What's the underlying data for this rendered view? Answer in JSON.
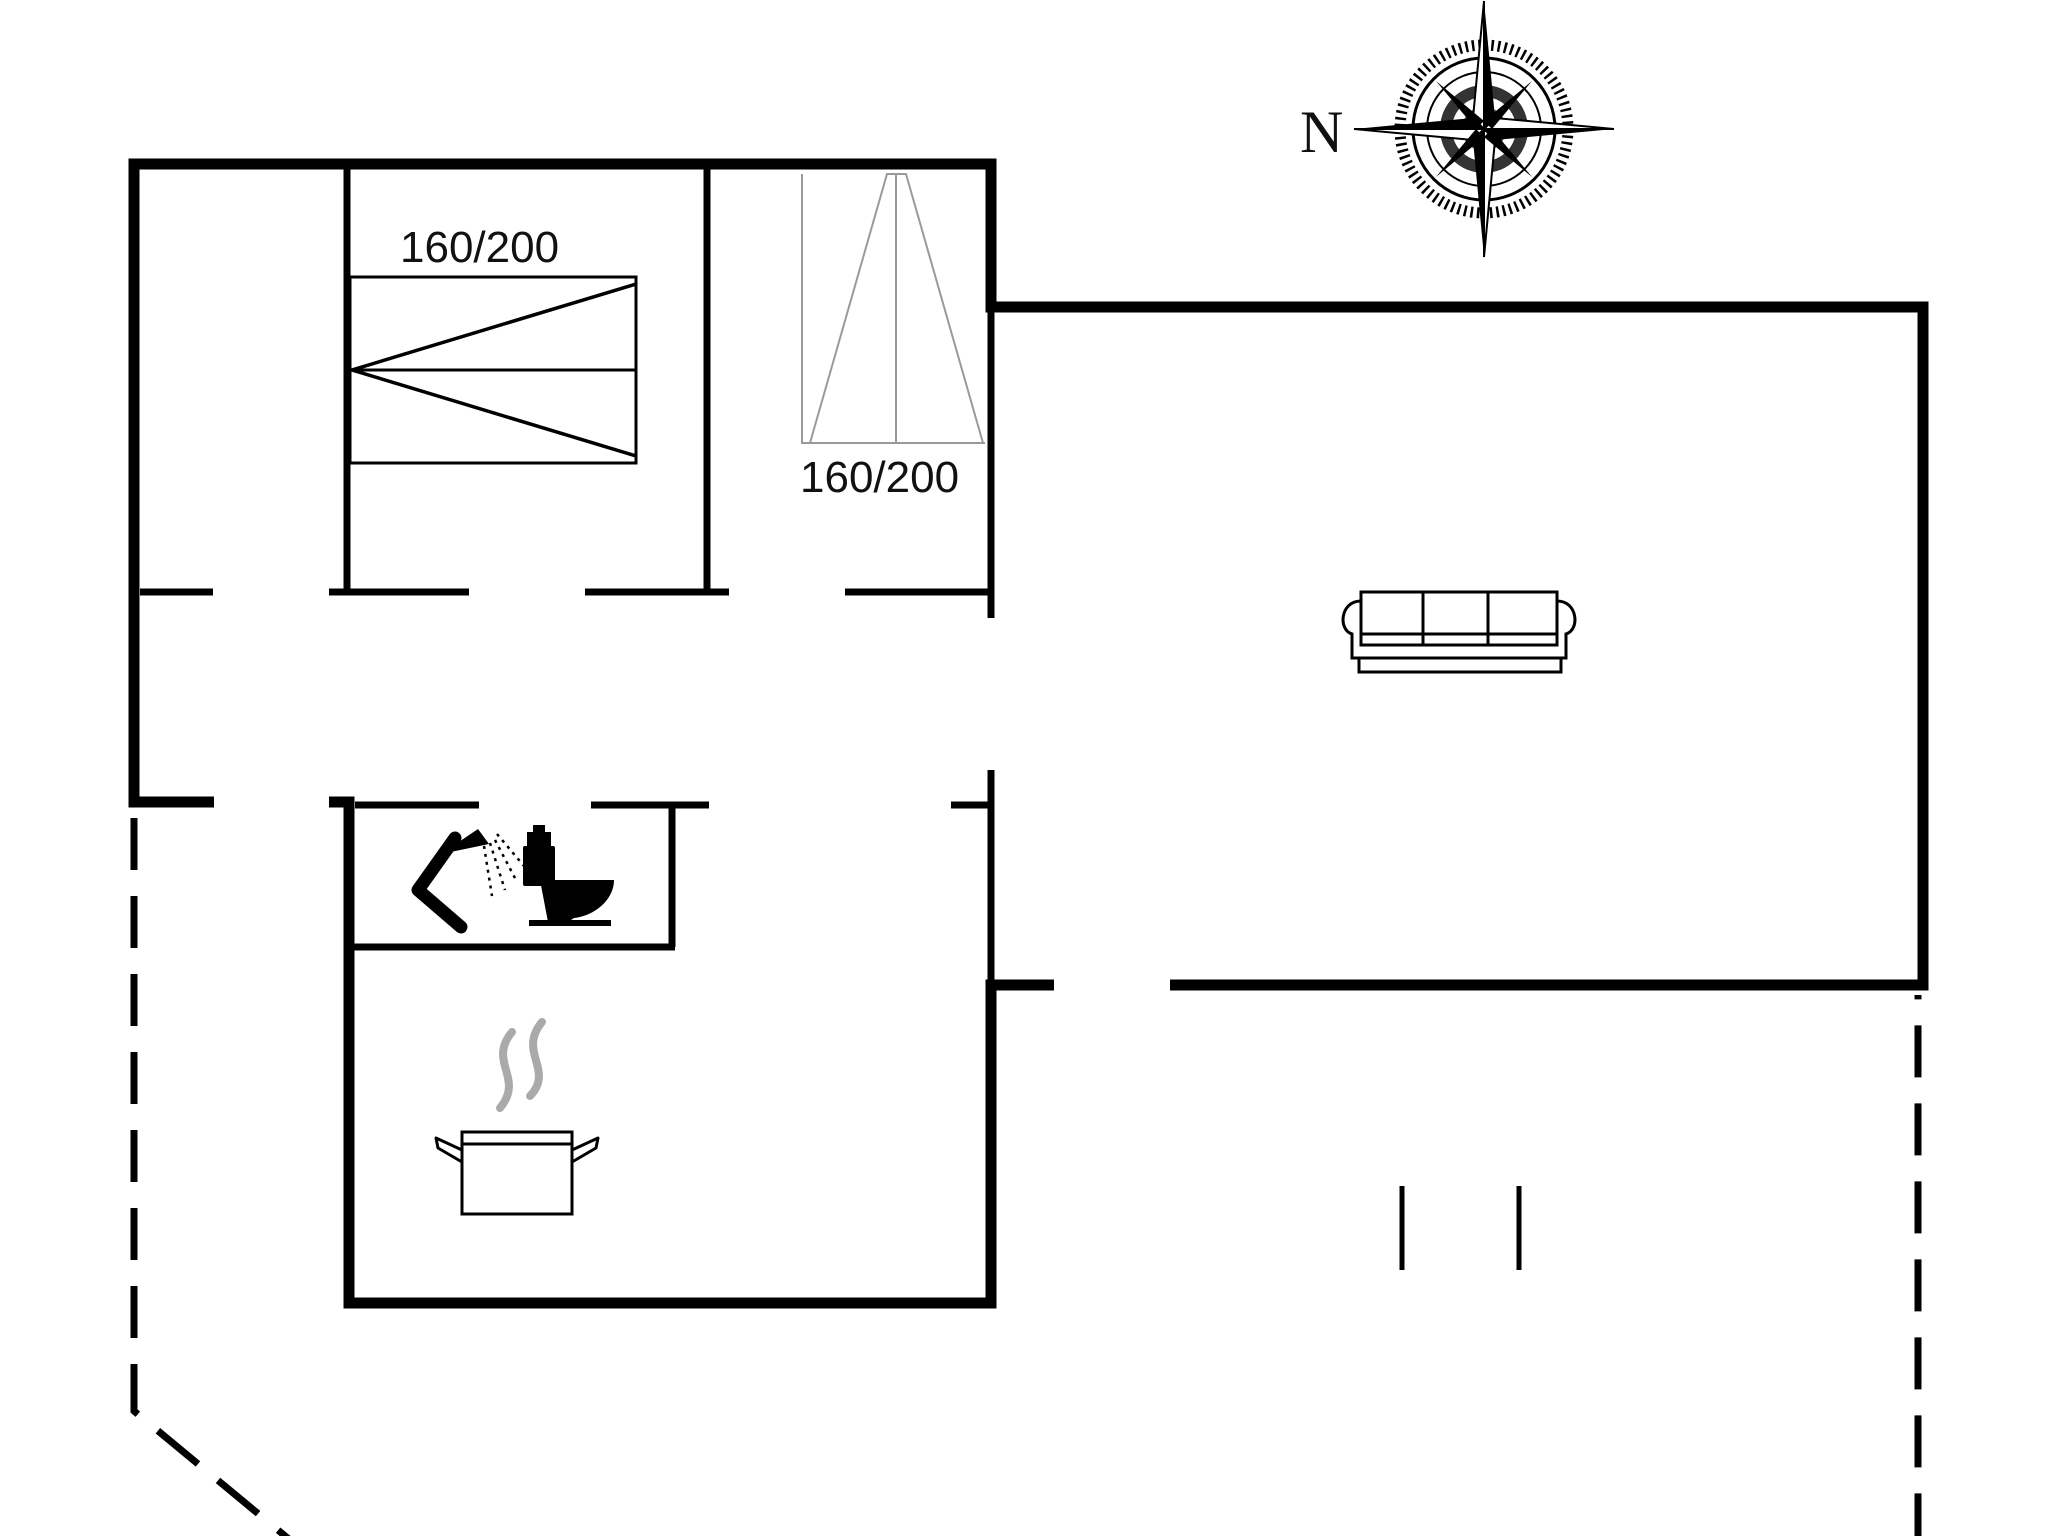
{
  "compass": {
    "label": "N"
  },
  "beds": [
    {
      "label": "160/200"
    },
    {
      "label": "160/200"
    }
  ],
  "icons": [
    "compass-rose-icon",
    "double-bed-icon",
    "single-beds-icon",
    "sofa-icon",
    "shower-icon",
    "toilet-icon",
    "cooking-pot-icon"
  ],
  "colors": {
    "wall": "#000000",
    "furniture": "#9a9a9a",
    "background": "#ffffff"
  }
}
